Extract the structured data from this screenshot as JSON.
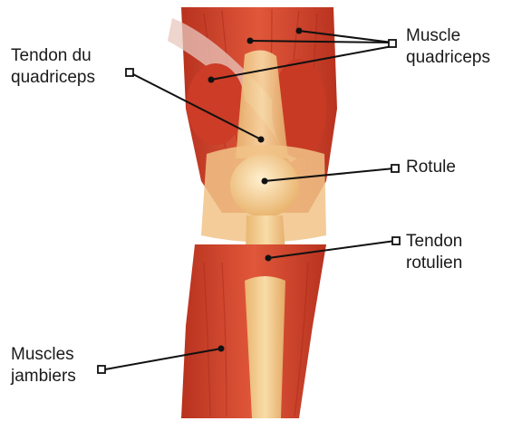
{
  "labels": {
    "tendon_quadriceps": [
      "Tendon du",
      "quadriceps"
    ],
    "muscle_quadriceps": [
      "Muscle",
      "quadriceps"
    ],
    "rotule": [
      "Rotule"
    ],
    "tendon_rotulien": [
      "Tendon",
      "rotulien"
    ],
    "muscles_jambiers": [
      "Muscles",
      "jambiers"
    ]
  },
  "colors": {
    "muscle": "#d9472e",
    "muscle_dark": "#b8321f",
    "tendon": "#f3c98a",
    "bone": "#f6d49c",
    "leader_line": "#111111"
  }
}
